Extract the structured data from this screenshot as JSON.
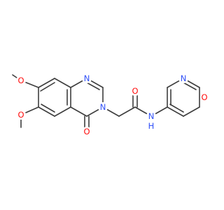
{
  "molecule": {
    "colors": {
      "bond": "#3d3d3d",
      "oxygen": "#ff0d0d",
      "nitrogen": "#3050f8",
      "background": "#ffffff"
    },
    "atom_labels": {
      "o_top_left": "O",
      "o_left": "O",
      "o_ketone": "O",
      "n3_quinazoline": "N",
      "n1_quinazoline": "N",
      "o_amide": "O",
      "nh_amide": "N",
      "h_amide": "H",
      "n_quinoline": "N",
      "o_methoxy_right": "O"
    }
  }
}
